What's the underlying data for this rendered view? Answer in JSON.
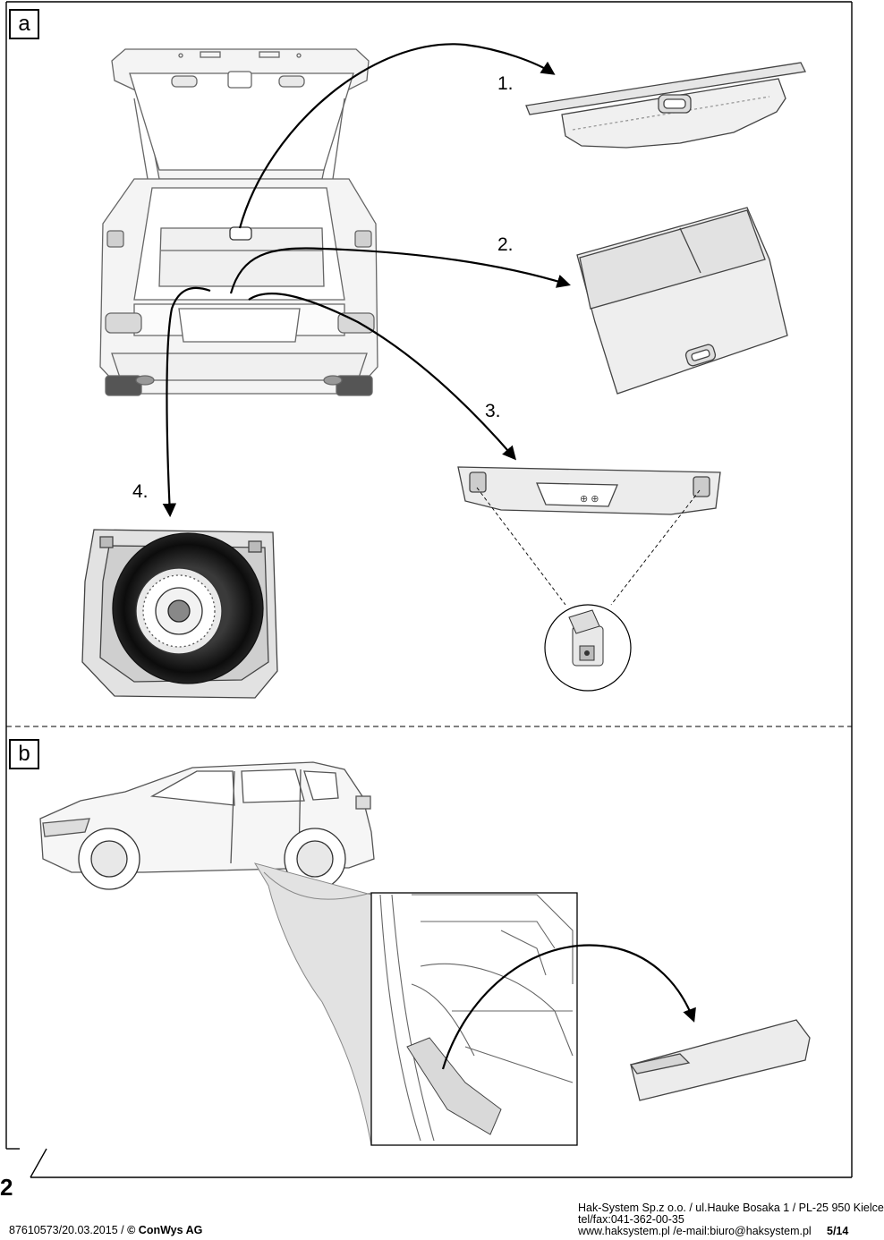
{
  "section_a": {
    "label": "a"
  },
  "section_b": {
    "label": "b"
  },
  "steps": [
    "1.",
    "2.",
    "3.",
    "4."
  ],
  "page_number": "2",
  "footer": {
    "doc_id": "87610573/20.03.2015",
    "copyright_sep": "/",
    "copyright": "© ConWys AG",
    "company_line1": "Hak-System Sp.z o.o. / ul.Hauke Bosaka 1 / PL-25 950 Kielce",
    "company_line2": "tel/fax:041-362-00-35",
    "company_line3": "www.haksystem.pl /e-mail:biuro@haksystem.pl",
    "page_of": "5/14"
  }
}
